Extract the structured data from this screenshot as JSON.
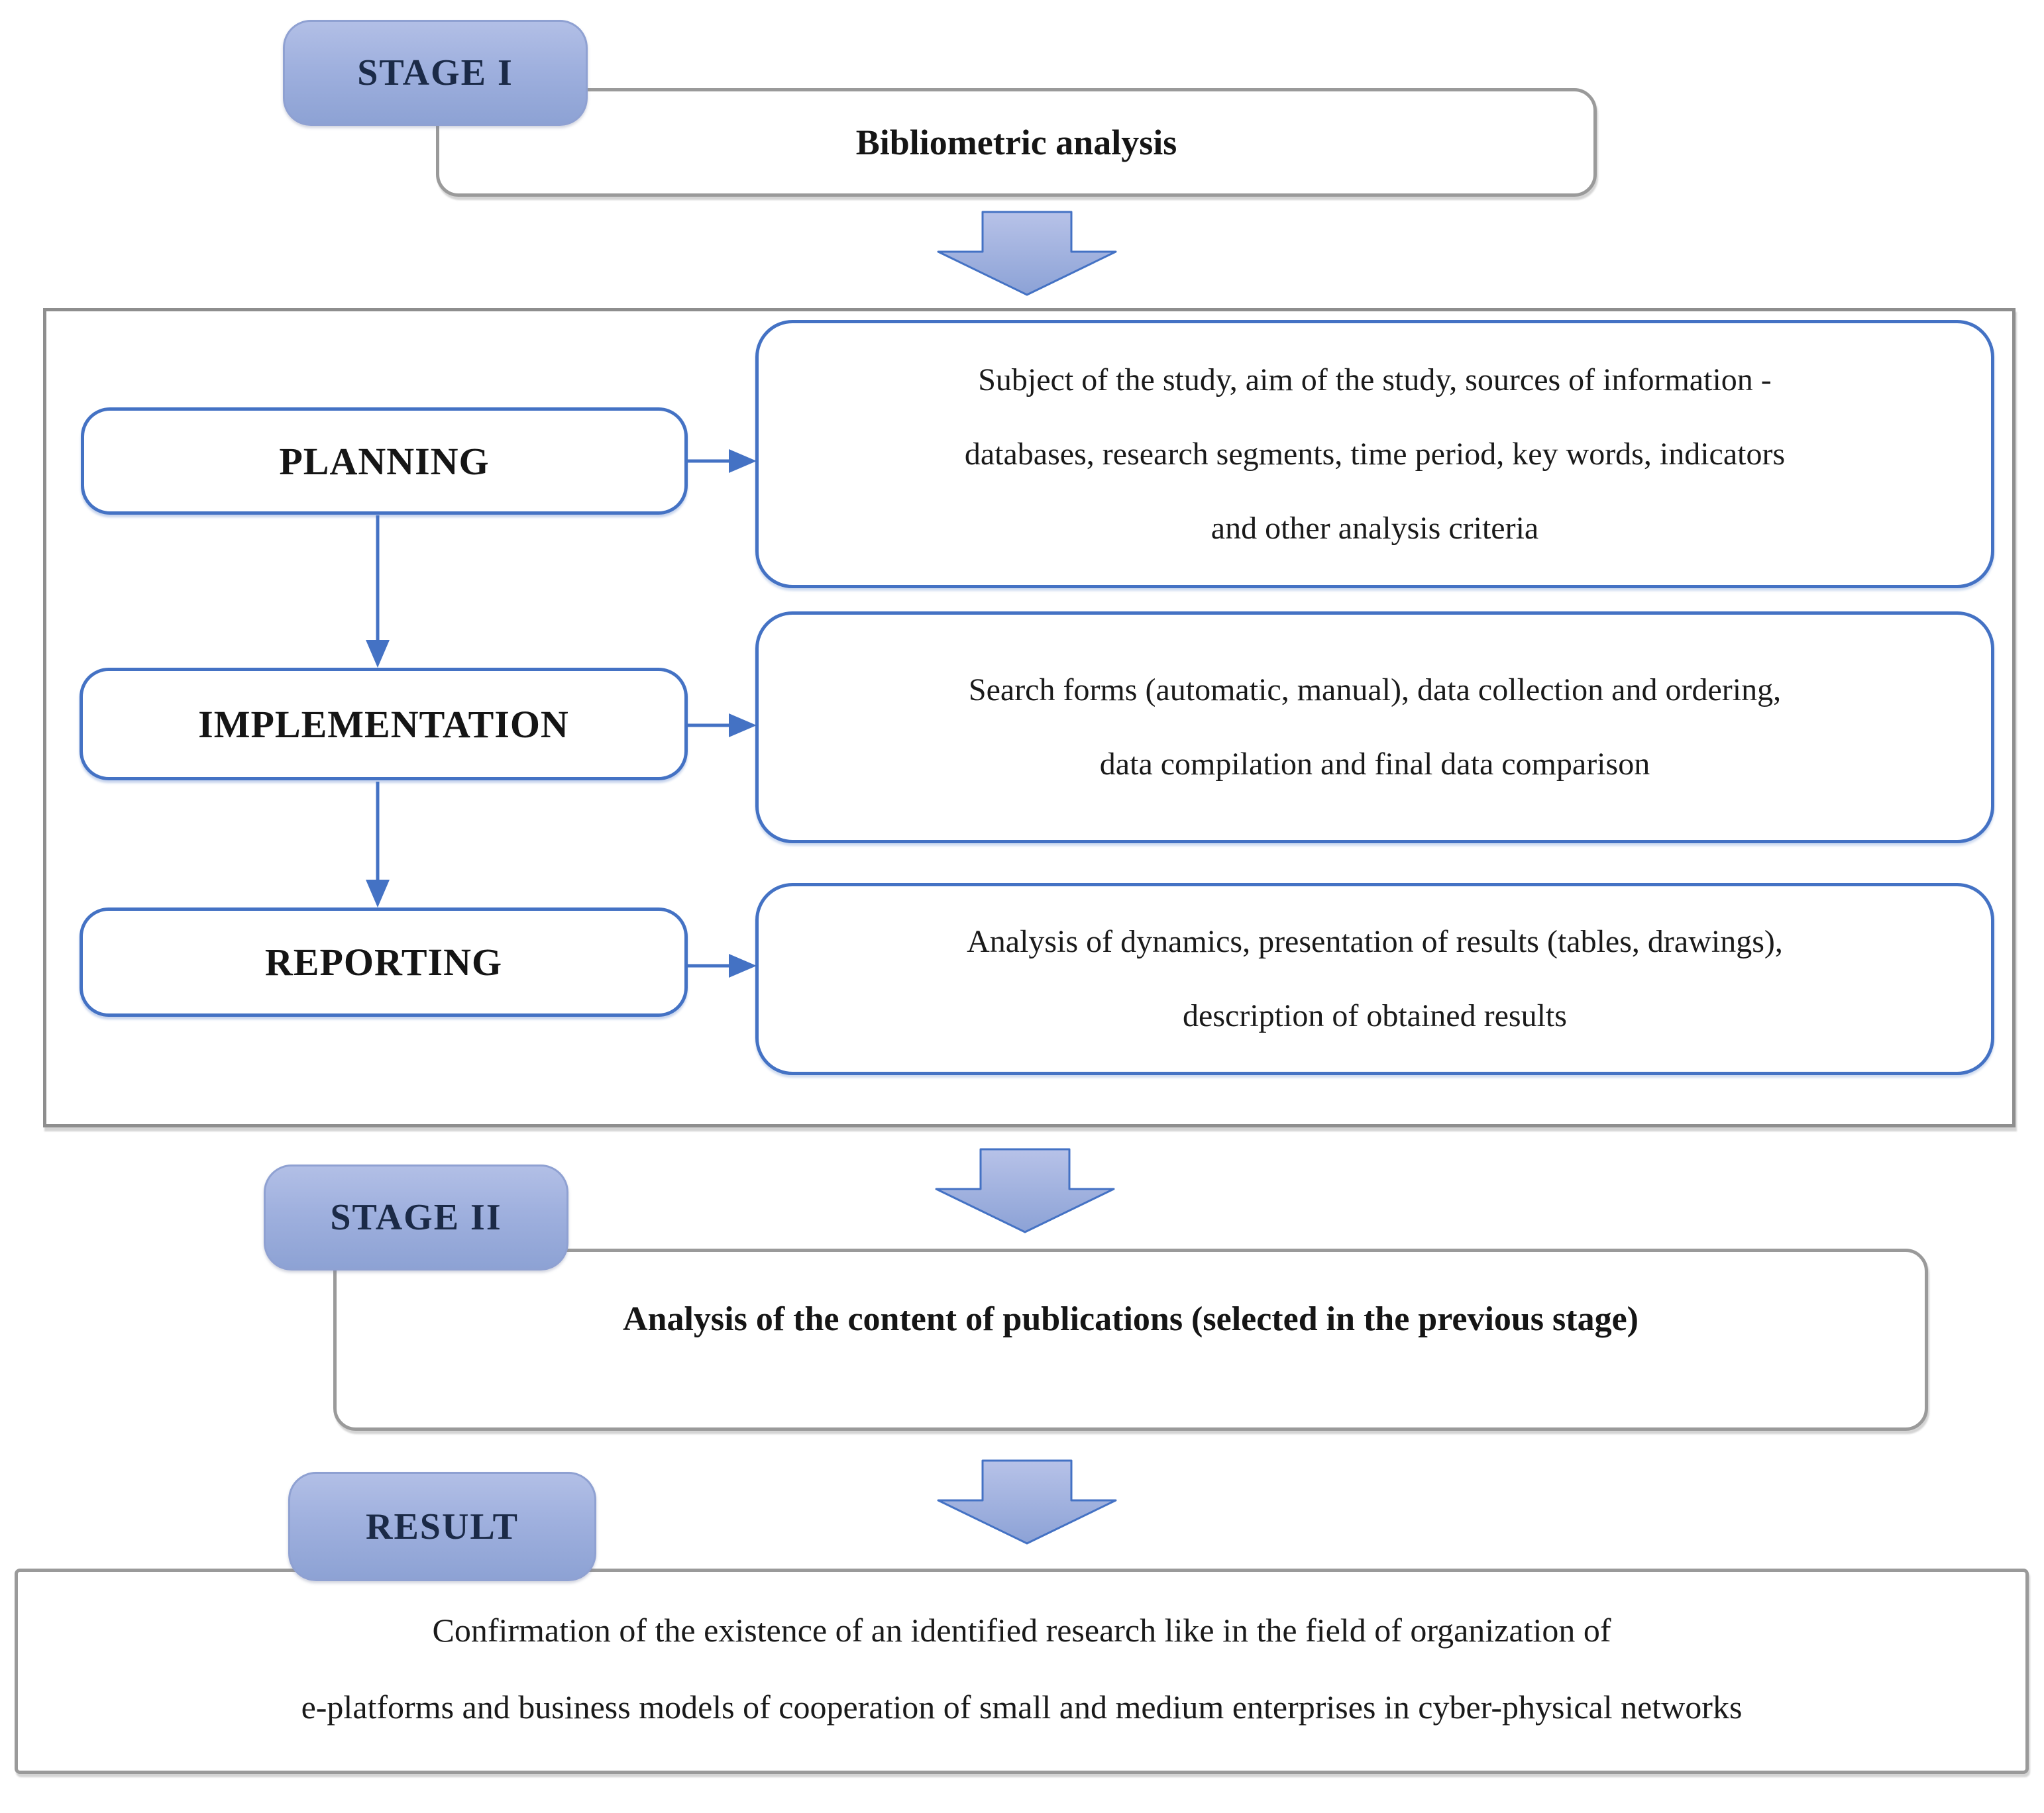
{
  "diagram": {
    "stage1": {
      "badge_label": "STAGE I",
      "title": "Bibliometric analysis"
    },
    "process": {
      "steps": [
        {
          "label": "PLANNING",
          "description": "Subject of the study, aim of the study, sources of information -\ndatabases, research segments, time period, key words, indicators\nand other analysis criteria"
        },
        {
          "label": "IMPLEMENTATION",
          "description": "Search forms (automatic, manual), data collection and ordering,\ndata compilation and final data comparison"
        },
        {
          "label": "REPORTING",
          "description": "Analysis of dynamics, presentation of results (tables, drawings),\ndescription of obtained results"
        }
      ]
    },
    "stage2": {
      "badge_label": "STAGE II",
      "title": "Analysis of the content of publications (selected in the previous stage)"
    },
    "result": {
      "badge_label": "RESULT",
      "text": "Confirmation of the existence of an identified research like in the field of organization of\ne-platforms and business models of cooperation of small and medium enterprises in cyber-physical networks"
    },
    "colors": {
      "accent_blue": "#4472C4",
      "badge_fill": "#9FB0DE",
      "arrow_fill": "#A9B7E2",
      "gray_border": "#9A9A9A"
    }
  }
}
